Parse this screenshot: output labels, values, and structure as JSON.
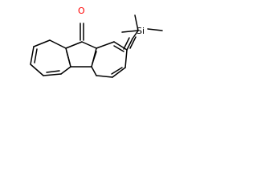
{
  "structure": {
    "atoms": [
      {
        "id": "O",
        "label": "O",
        "color": "#ff0000"
      },
      {
        "id": "Si",
        "label": "Si",
        "color": "#000000"
      }
    ],
    "bond_color": "#000000"
  }
}
